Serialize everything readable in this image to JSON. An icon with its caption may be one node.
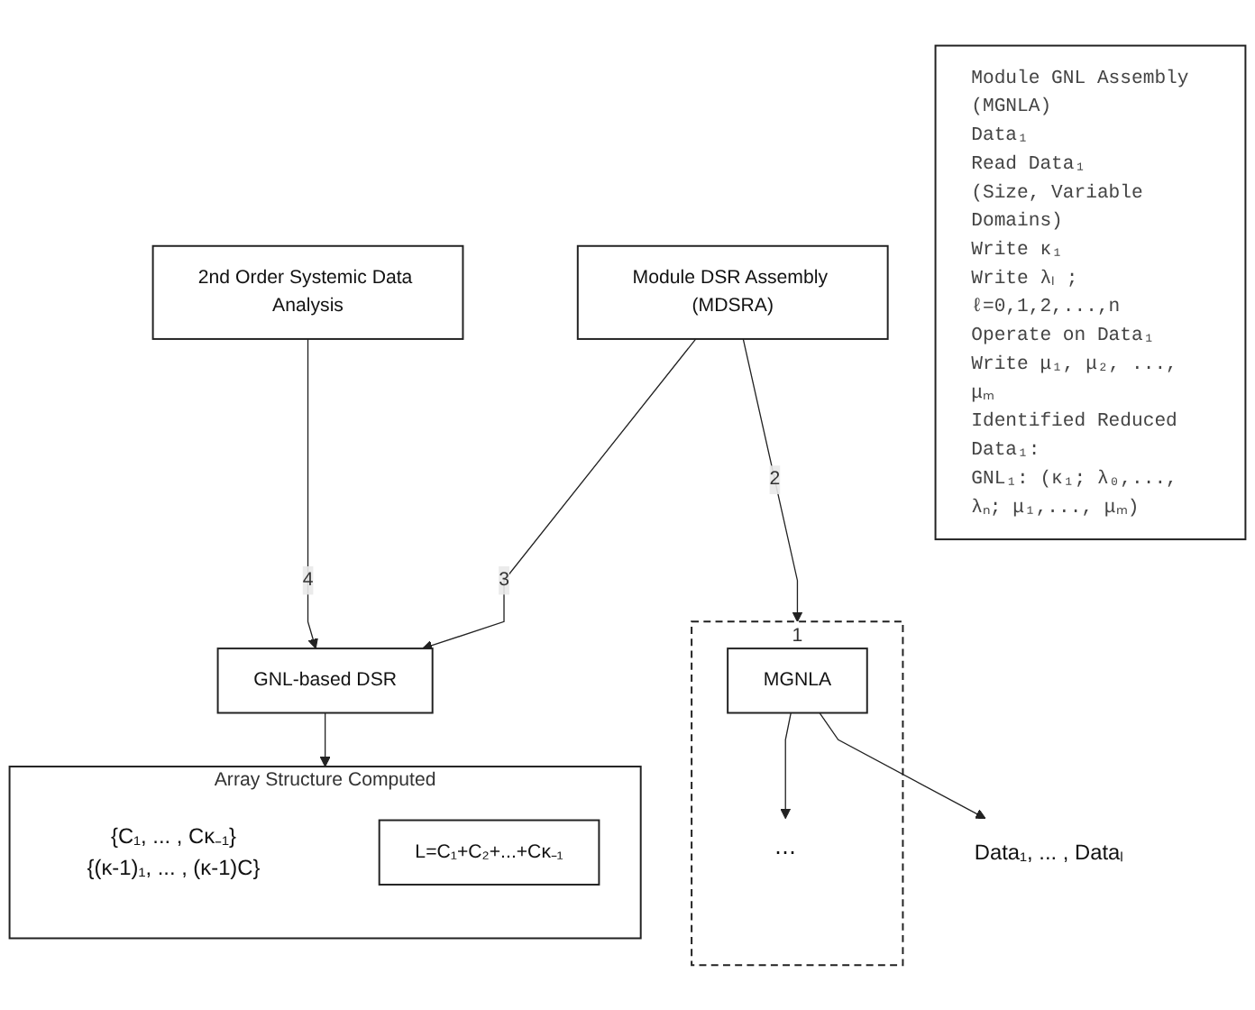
{
  "diagram": {
    "nodes": [
      {
        "text": [
          "Data₁, ... , Dataₗ"
        ]
      },
      {
        "text": [
          "1"
        ]
      },
      {
        "text": [
          "MGNLA"
        ],
        "in": 1
      },
      {
        "text": [
          "⋯"
        ],
        "in": 1
      },
      {
        "text": [
          "Module DSR Assembly (MDSRA)"
        ]
      },
      {
        "text": [
          "GNL-based DSR"
        ]
      },
      {
        "text": [
          "2nd Order Systemic Data Analysis"
        ]
      },
      {
        "text": [
          "Array Structure Computed",
          "{C₁, ... , Cκ₋₁}",
          "{(κ-1)₁, ... , (κ-1)C}"
        ]
      },
      {
        "text": [
          "L=C₁+C₂+...+Cκ₋₁"
        ],
        "in": 7
      },
      {
        "text": [
          "Module GNL Assembly (MGNLA)",
          "Data₁",
          "Read Data₁",
          "(Size, Variable Domains)",
          "Write κ₁",
          "Write λₗ ;  ℓ=0,1,2,...,n",
          "Operate on Data₁",
          "Write μ₁, μ₂, ..., μₘ",
          "Identified Reduced Data₁:",
          "GNL₁: (κ₁; λ₀,..., λₙ; μ₁,..., μₘ)"
        ]
      }
    ],
    "edges": [
      {
        "from": 2,
        "to": 0,
        "arrow": "to"
      },
      {
        "from": 2,
        "to": 3,
        "arrow": "to"
      },
      {
        "from": 4,
        "to": 1,
        "arrow": "to",
        "label": "2"
      },
      {
        "from": 4,
        "to": 5,
        "arrow": "to",
        "label": "3"
      },
      {
        "from": 6,
        "to": 5,
        "arrow": "to",
        "label": "4"
      },
      {
        "from": 5,
        "to": 7,
        "arrow": "to"
      }
    ]
  }
}
